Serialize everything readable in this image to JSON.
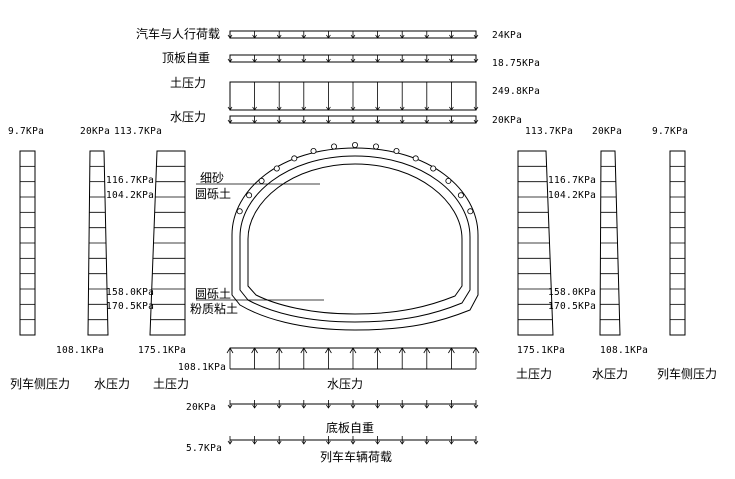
{
  "top_loads": [
    {
      "label": "汽车与人行荷载",
      "value": "24KPa"
    },
    {
      "label": "顶板自重",
      "value": "18.75KPa"
    },
    {
      "label": "土压力",
      "value": "249.8KPa"
    },
    {
      "label": "水压力",
      "value": "20KPa"
    }
  ],
  "left": {
    "train_top": "9.7KPa",
    "water_top": "20KPa",
    "soil_top": "113.7KPa",
    "soil_mid1": "116.7KPa",
    "soil_mid2": "104.2KPa",
    "soil_mid3": "158.0KPa",
    "soil_mid4": "170.5KPa",
    "water_bottom": "108.1KPa",
    "soil_bottom": "175.1KPa",
    "cap_train": "列车侧压力",
    "cap_water": "水压力",
    "cap_soil": "土压力"
  },
  "right": {
    "soil_top": "113.7KPa",
    "water_top": "20KPa",
    "train_top": "9.7KPa",
    "soil_mid1": "116.7KPa",
    "soil_mid2": "104.2KPa",
    "soil_mid3": "158.0KPa",
    "soil_mid4": "170.5KPa",
    "soil_bottom": "175.1KPa",
    "water_bottom": "108.1KPa",
    "cap_soil": "土压力",
    "cap_water": "水压力",
    "cap_train": "列车侧压力"
  },
  "soil_layers": {
    "fine_sand": "细砂",
    "round_gravel_top": "圆砾土",
    "round_gravel_bottom": "圆砾土",
    "silty_clay": "粉质粘土"
  },
  "bottom_loads": [
    {
      "label": "水压力",
      "value": "108.1KPa"
    },
    {
      "label": "底板自重",
      "value": "20KPa"
    },
    {
      "label": "列车车辆荷载",
      "value": "5.7KPa"
    }
  ]
}
